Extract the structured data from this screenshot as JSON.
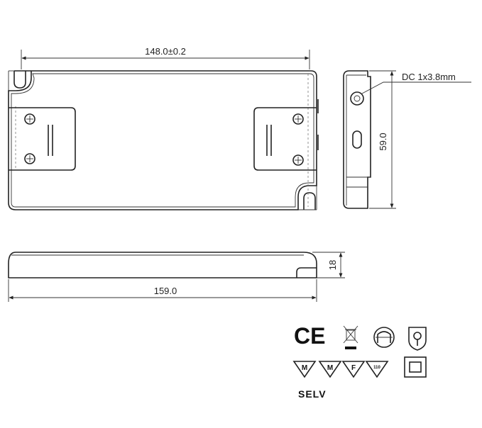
{
  "dimensions": {
    "top_length": "148.0±0.2",
    "side_height": "59.0",
    "connector": "DC 1x3.8mm",
    "thickness": "18",
    "overall_length": "159.0"
  },
  "symbols": {
    "ce": "CE",
    "triangle_m1": "M",
    "triangle_m2": "M",
    "triangle_f": "F",
    "triangle_110": "110",
    "selv": "SELV"
  },
  "icons": [
    "ce-mark-icon",
    "weee-bin-icon",
    "short-circuit-proof-transformer-icon",
    "thermal-protection-icon",
    "triangle-m-icon",
    "triangle-m-icon",
    "triangle-f-icon",
    "triangle-110-icon",
    "class-ii-double-insulation-icon"
  ]
}
